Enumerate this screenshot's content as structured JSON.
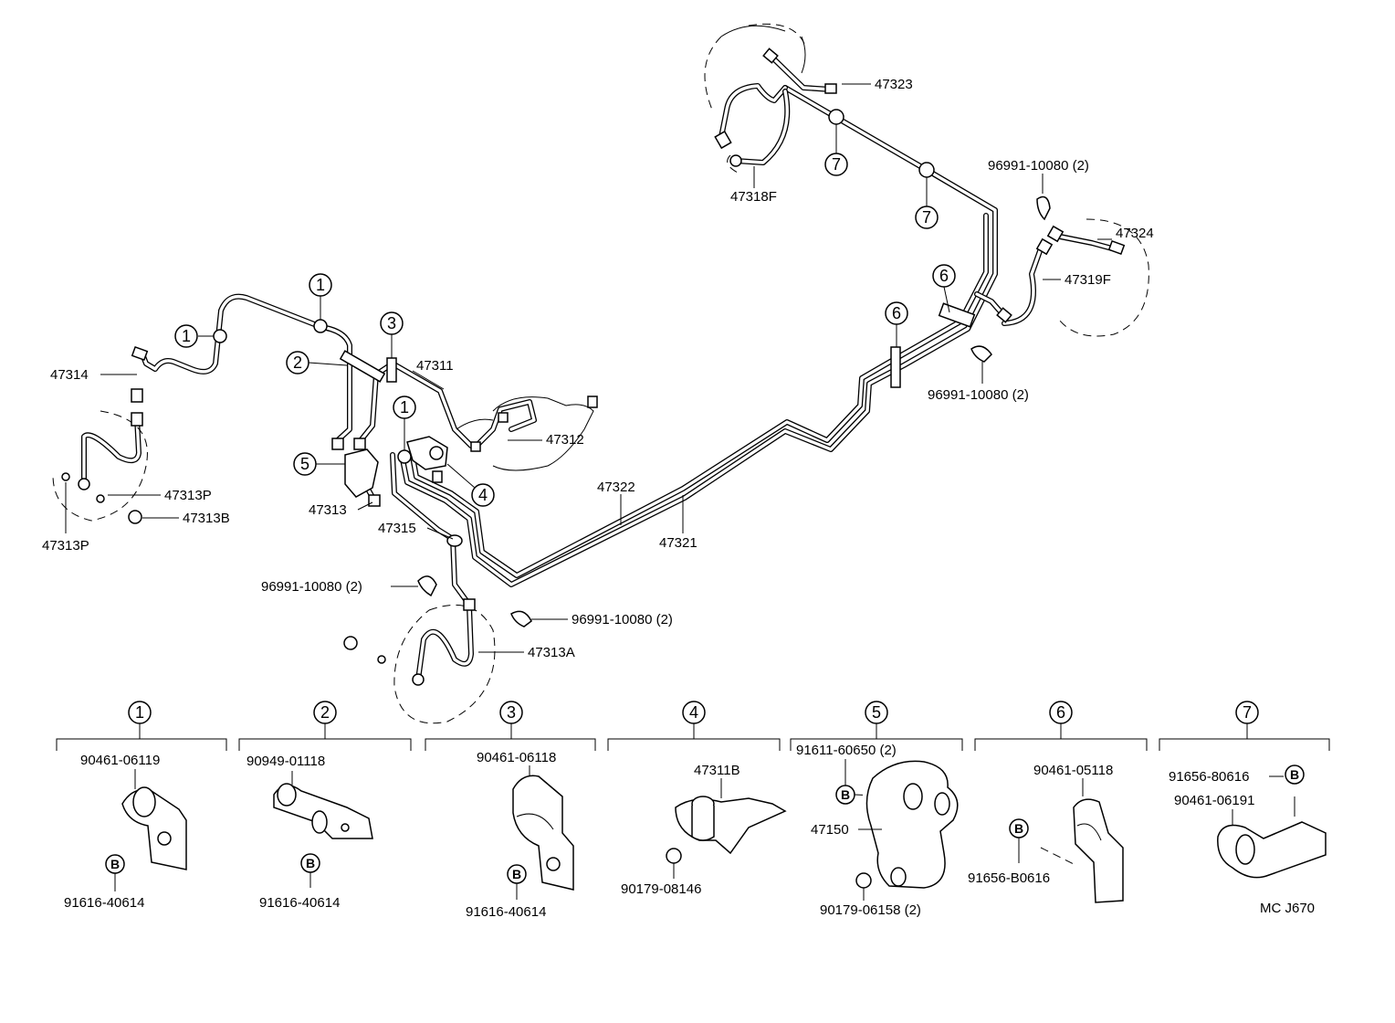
{
  "labels": {
    "p47314": "47314",
    "p47313P_a": "47313P",
    "p47313B": "47313B",
    "p47313P_b": "47313P",
    "p47311": "47311",
    "p47312": "47312",
    "p47313": "47313",
    "p47315": "47315",
    "p47322": "47322",
    "p47321": "47321",
    "clip_a": "96991-10080 (2)",
    "clip_b": "96991-10080 (2)",
    "clip_c": "96991-10080 (2)",
    "clip_d": "96991-10080 (2)",
    "p47313A": "47313A",
    "p47323": "47323",
    "p47318F": "47318F",
    "p47324": "47324",
    "p47319F": "47319F"
  },
  "callouts": {
    "c1": "1",
    "c2": "2",
    "c3": "3",
    "c4": "4",
    "c5": "5",
    "c6": "6",
    "c7": "7",
    "b": "B"
  },
  "details": {
    "d1": {
      "num": "1",
      "part": "90461-06119",
      "bolt": "91616-40614"
    },
    "d2": {
      "num": "2",
      "part": "90949-01118",
      "bolt": "91616-40614"
    },
    "d3": {
      "num": "3",
      "part": "90461-06118",
      "bolt": "91616-40614"
    },
    "d4": {
      "num": "4",
      "part": "47311B",
      "bolt": "90179-08146"
    },
    "d5": {
      "num": "5",
      "part_top": "91611-60650 (2)",
      "part_mid": "47150",
      "bolt": "90179-06158 (2)"
    },
    "d6": {
      "num": "6",
      "part": "90461-05118",
      "bolt": "91656-B0616"
    },
    "d7": {
      "num": "7",
      "part_top": "91656-80616",
      "part": "90461-06191"
    }
  },
  "footer_code": "MC J670"
}
